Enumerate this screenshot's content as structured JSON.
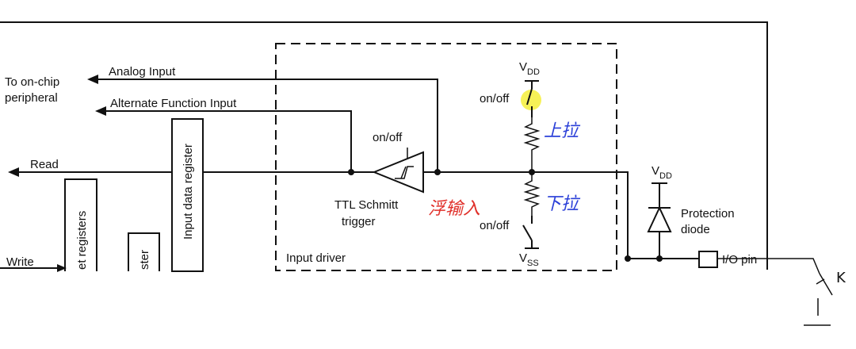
{
  "labels": {
    "to_on_chip": "To on-chip",
    "peripheral": "peripheral",
    "analog_input": "Analog Input",
    "alt_func_input": "Alternate Function Input",
    "read": "Read",
    "write": "Write",
    "input_data_register": "Input data register",
    "et_registers": "et registers",
    "ster": "ster",
    "on_off_schmitt": "on/off",
    "ttl_schmitt": "TTL Schmitt",
    "trigger": "trigger",
    "input_driver": "Input driver",
    "vdd_top": "V",
    "vdd_top_sub": "DD",
    "on_off_pullup": "on/off",
    "on_off_pulldown": "on/off",
    "vss": "V",
    "vss_sub": "SS",
    "vdd_diode": "V",
    "vdd_diode_sub": "DD",
    "protection": "Protection",
    "diode": "diode",
    "io_pin": "I/O pin"
  },
  "annotations": {
    "red_note": "浮输入",
    "pull_up_note": "上拉",
    "pull_down_note": "下拉",
    "switch_note": "K"
  },
  "colors": {
    "line": "#111111",
    "highlight": "#f4ef3a",
    "red_ink": "#e0302a",
    "blue_ink": "#2a3fd8"
  }
}
